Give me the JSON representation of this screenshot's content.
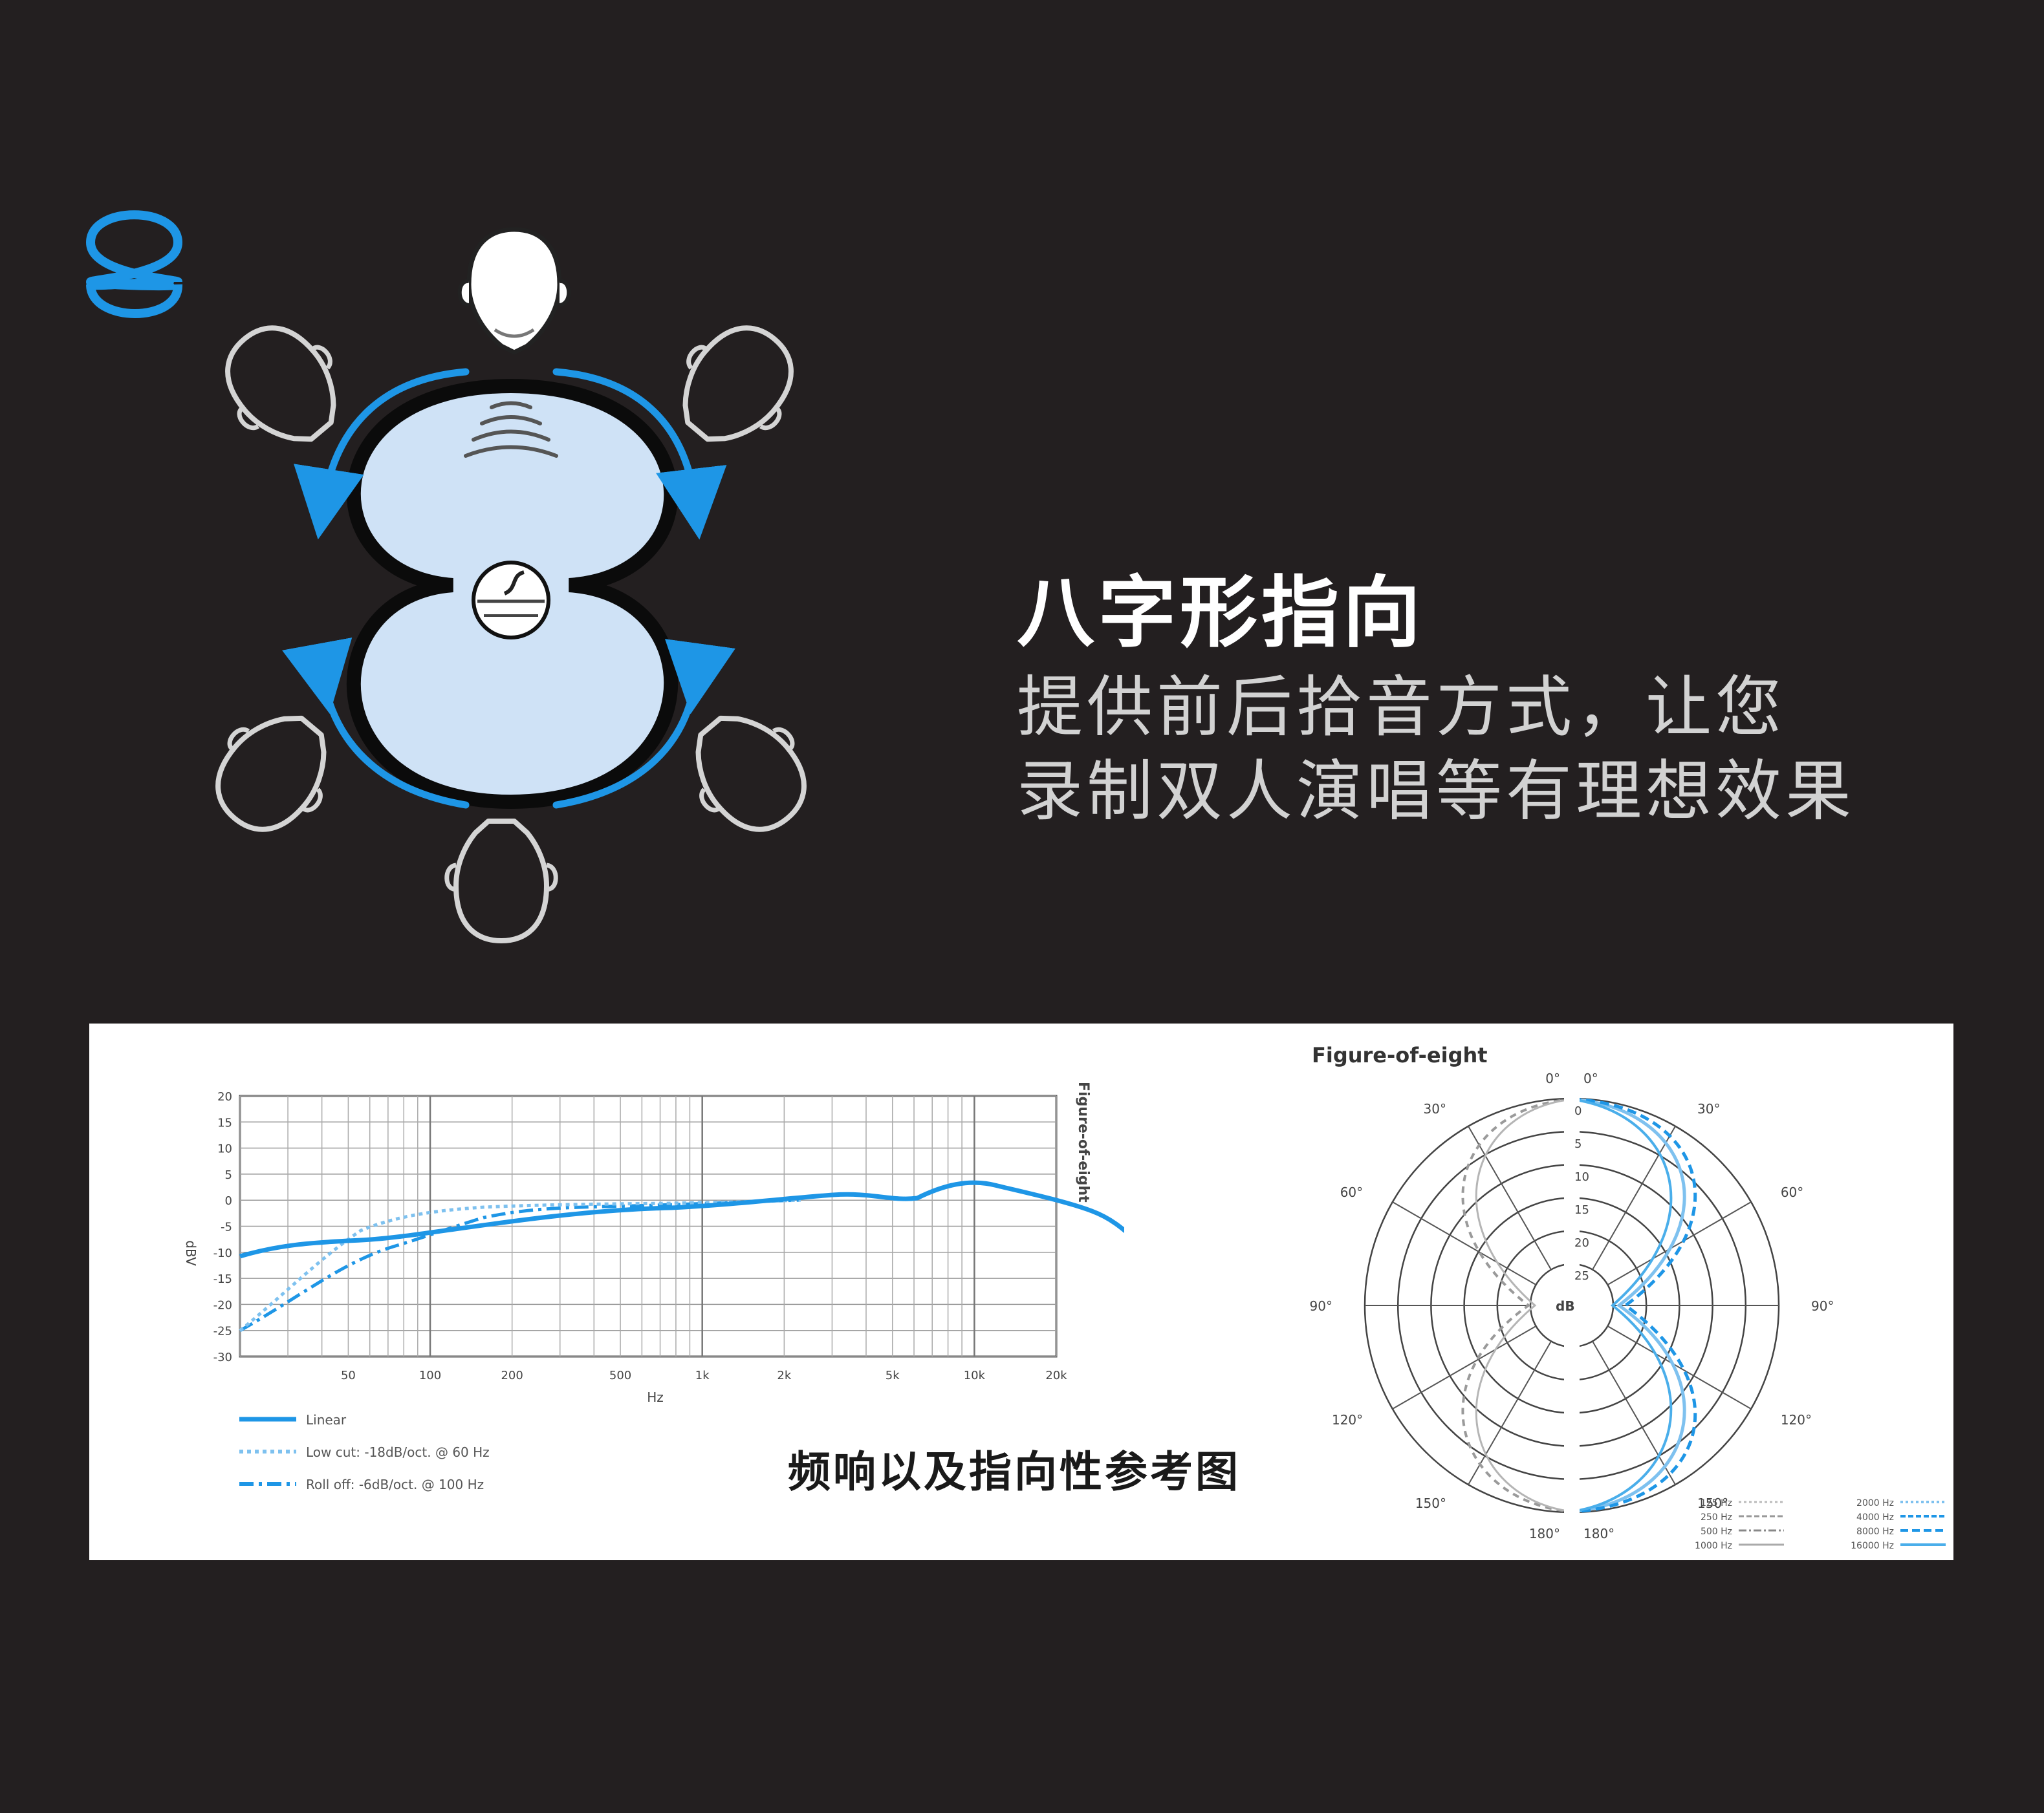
{
  "brand": {
    "accent": "#1e96e6",
    "lobe_fill": "#cfe2f6",
    "background": "#231f20"
  },
  "icons": [
    "figure-eight-icon",
    "listener-head-icon",
    "microphone-capsule-icon",
    "rotation-arrow-icon"
  ],
  "heading": {
    "title": "八字形指向"
  },
  "description": {
    "line1": "提供前后拾音方式，让您",
    "line2": "录制双人演唱等有理想效果"
  },
  "panel": {
    "caption": "频响以及指向性参考图",
    "freq_chart": {
      "side_label": "Figure-of-eight",
      "y_axis_label": "dBV",
      "x_axis_label": "Hz",
      "y_ticks": [
        "20",
        "15",
        "10",
        "5",
        "0",
        "-5",
        "-10",
        "-15",
        "-20",
        "-25",
        "-30"
      ],
      "x_ticks": [
        "50",
        "100",
        "200",
        "500",
        "1k",
        "2k",
        "5k",
        "10k",
        "20k"
      ],
      "legend": [
        {
          "label": "Linear",
          "style": "solid"
        },
        {
          "label": "Low cut: -18dB/oct. @ 60 Hz",
          "style": "dotted"
        },
        {
          "label": "Roll off: -6dB/oct. @ 100 Hz",
          "style": "dash-dot"
        }
      ]
    },
    "polar_chart": {
      "title": "Figure-of-eight",
      "angles_left": [
        "0°",
        "30°",
        "60°",
        "90°",
        "120°",
        "150°",
        "180°"
      ],
      "angles_right": [
        "0°",
        "30°",
        "60°",
        "90°",
        "120°",
        "150°",
        "180°"
      ],
      "db_ticks": [
        "0",
        "5",
        "10",
        "15",
        "20",
        "25"
      ],
      "db_label": "dB",
      "legend_left": [
        "125 Hz",
        "250 Hz",
        "500 Hz",
        "1000 Hz"
      ],
      "legend_right": [
        "2000 Hz",
        "4000 Hz",
        "8000 Hz",
        "16000 Hz"
      ]
    }
  }
}
